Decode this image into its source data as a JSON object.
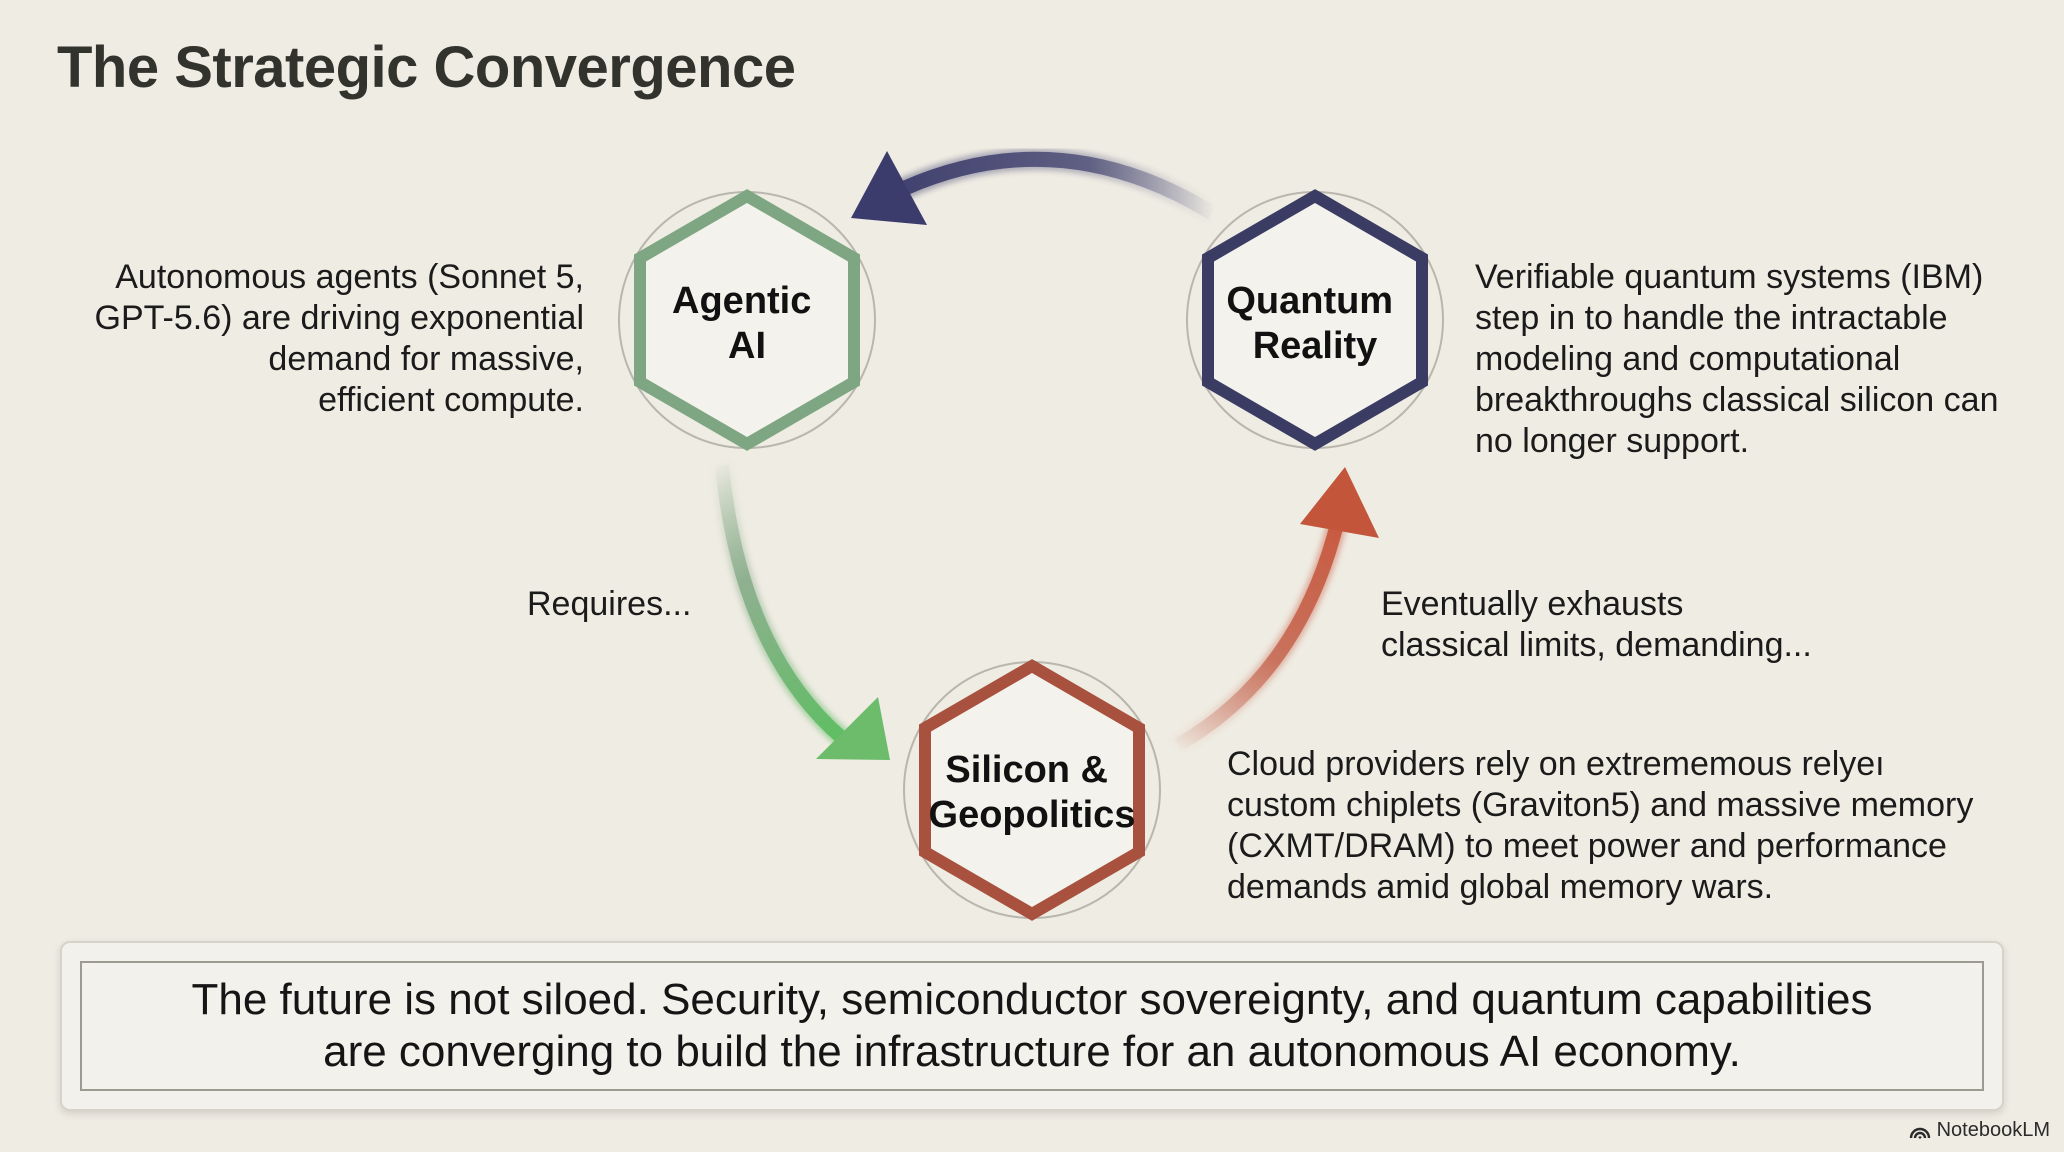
{
  "title": "The Strategic Convergence",
  "nodes": {
    "agentic": {
      "label_lines": [
        "Agentic",
        "AI"
      ],
      "color": "#7fa682"
    },
    "quantum": {
      "label_lines": [
        "Quantum",
        "Reality"
      ],
      "color": "#3b3c64"
    },
    "silicon": {
      "label_lines": [
        "Silicon &",
        "Geopolitics"
      ],
      "color": "#a8513e"
    }
  },
  "descriptions": {
    "agentic": [
      "Autonomous agents (Sonnet 5,",
      "GPT-5.6) are driving exponential",
      "demand for massive,",
      "efficient compute."
    ],
    "quantum": [
      "Verifiable quantum systems (IBM)",
      "step in to handle the intractable",
      "modeling and computational",
      "breakthroughs classical silicon can",
      "no longer support."
    ],
    "silicon": [
      "Cloud providers rely on extrememous relyeı",
      "custom chiplets (Graviton5) and massive memory",
      "(CXMT/DRAM) to meet power and performance",
      "demands amid global memory wars."
    ]
  },
  "flows": {
    "requires": [
      "Requires..."
    ],
    "exhausts": [
      "Eventually exhausts",
      "classical limits, demanding..."
    ]
  },
  "arrows": {
    "agentic_to_silicon_color": "#6fb070",
    "silicon_to_quantum_color": "#c0563e",
    "quantum_to_agentic_color": "#3b3c6b"
  },
  "summary": [
    "The future is not siloed. Security, semiconductor sovereignty, and quantum capabilities",
    "are converging to build the infrastructure for an autonomous AI economy."
  ],
  "watermark": {
    "text": "NotebookLM",
    "icon": "notebooklm-logo-icon"
  }
}
